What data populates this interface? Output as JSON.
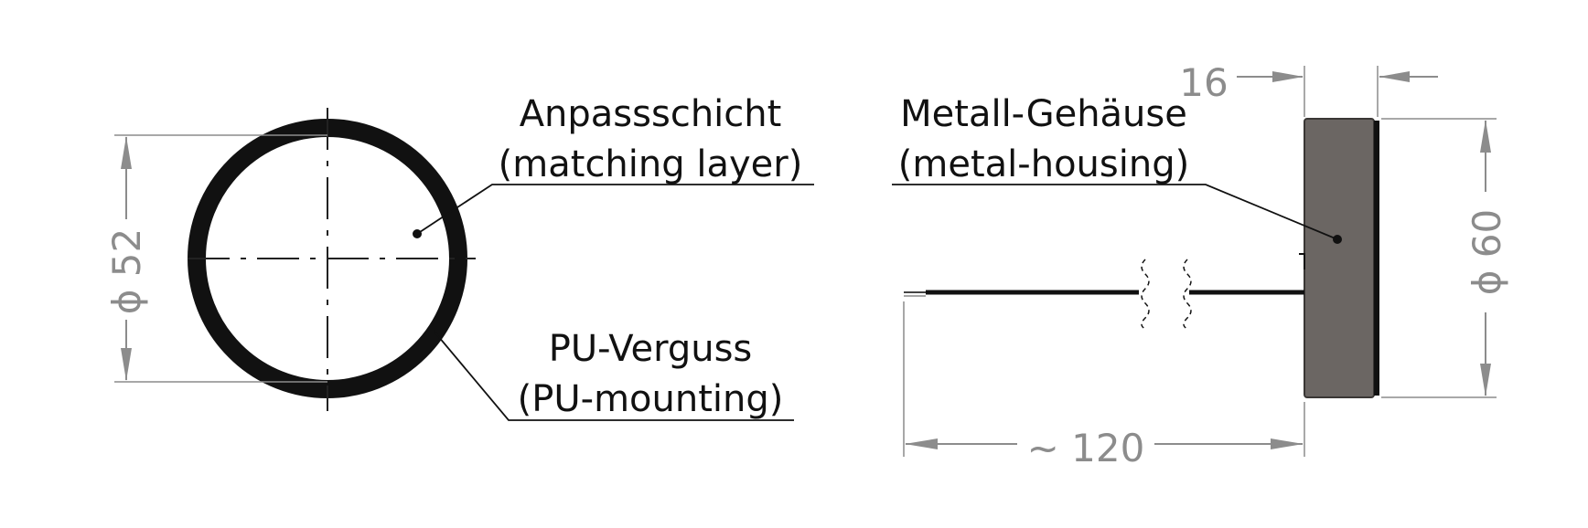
{
  "front_view": {
    "dim_diameter": "ϕ 52",
    "label_matching_de": "Anpassschicht",
    "label_matching_en": "(matching layer)",
    "label_pu_de": "PU-Verguss",
    "label_pu_en": "(PU-mounting)"
  },
  "side_view": {
    "dim_thickness": "16",
    "dim_diameter": "ϕ 60",
    "dim_length": "~ 120",
    "label_housing_de": "Metall-Gehäuse",
    "label_housing_en": "(metal-housing)"
  },
  "colors": {
    "housing_fill": "#6b6663",
    "line": "#111111",
    "dimension": "#8c8c8c"
  }
}
